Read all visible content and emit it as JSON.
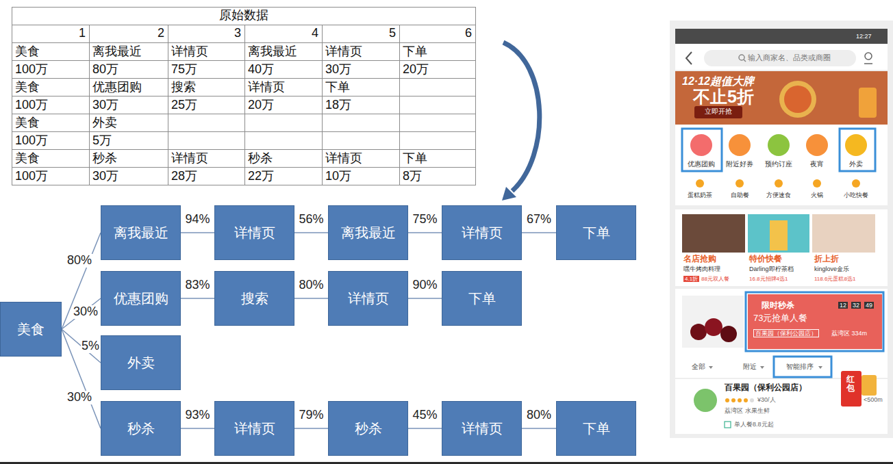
{
  "diagram": {
    "nodes": [
      {
        "text": [
          "美食"
        ]
      },
      {
        "text": [
          "离我最近"
        ]
      },
      {
        "text": [
          "详情页"
        ]
      },
      {
        "text": [
          "离我最近"
        ]
      },
      {
        "text": [
          "详情页"
        ]
      },
      {
        "text": [
          "下单"
        ]
      },
      {
        "text": [
          "优惠团购"
        ]
      },
      {
        "text": [
          "搜索"
        ]
      },
      {
        "text": [
          "详情页"
        ]
      },
      {
        "text": [
          "下单"
        ]
      },
      {
        "text": [
          "外卖"
        ]
      },
      {
        "text": [
          "秒杀"
        ]
      },
      {
        "text": [
          "详情页"
        ]
      },
      {
        "text": [
          "秒杀"
        ]
      },
      {
        "text": [
          "详情页"
        ]
      },
      {
        "text": [
          "下单"
        ]
      }
    ],
    "edges": [
      {
        "from": 0,
        "to": 1,
        "label": "80%",
        "arrow": "none"
      },
      {
        "from": 0,
        "to": 6,
        "label": "30%",
        "arrow": "none"
      },
      {
        "from": 0,
        "to": 10,
        "label": "5%",
        "arrow": "none"
      },
      {
        "from": 0,
        "to": 11,
        "label": "30%",
        "arrow": "none"
      },
      {
        "from": 1,
        "to": 2,
        "label": "94%",
        "arrow": "none"
      },
      {
        "from": 2,
        "to": 3,
        "label": "56%",
        "arrow": "none"
      },
      {
        "from": 3,
        "to": 4,
        "label": "75%",
        "arrow": "none"
      },
      {
        "from": 4,
        "to": 5,
        "label": "67%",
        "arrow": "none"
      },
      {
        "from": 6,
        "to": 7,
        "label": "83%",
        "arrow": "none"
      },
      {
        "from": 7,
        "to": 8,
        "label": "80%",
        "arrow": "none"
      },
      {
        "from": 8,
        "to": 9,
        "label": "90%",
        "arrow": "none"
      },
      {
        "from": 11,
        "to": 12,
        "label": "93%",
        "arrow": "none"
      },
      {
        "from": 12,
        "to": 13,
        "label": "79%",
        "arrow": "none"
      },
      {
        "from": 13,
        "to": 14,
        "label": "45%",
        "arrow": "none"
      },
      {
        "from": 14,
        "to": 15,
        "label": "80%",
        "arrow": "none"
      }
    ],
    "labels": [
      "原始数据",
      "1",
      "2",
      "3",
      "4",
      "5",
      "6",
      "美食",
      "离我最近",
      "详情页",
      "离我最近",
      "详情页",
      "下单",
      "100万",
      "80万",
      "75万",
      "40万",
      "30万",
      "20万",
      "美食",
      "优惠团购",
      "搜索",
      "详情页",
      "下单",
      "100万",
      "30万",
      "25万",
      "20万",
      "18万",
      "美食",
      "外卖",
      "100万",
      "5万",
      "美食",
      "秒杀",
      "详情页",
      "秒杀",
      "详情页",
      "下单",
      "100万",
      "30万",
      "28万",
      "22万",
      "10万",
      "8万",
      "12:27",
      "输入商家名、品类或商圈",
      "12·12超值大牌",
      "不止5折",
      "立即开抢",
      "优惠团购",
      "附近好券",
      "预约订座",
      "夜宵",
      "外卖",
      "蛋糕奶茶",
      "自助餐",
      "方便速食",
      "火锅",
      "小吃快餐",
      "名店抢购",
      "嘿牛烤肉料理",
      "4.1折",
      "88元双人餐",
      "特价快餐",
      "Darling即柠茶档",
      "16.8元招牌4选1",
      "折上折",
      "kinglove金乐",
      "118.6元蛋糕8选1",
      "限时秒杀",
      "12",
      "32",
      "49",
      "73元抢单人餐",
      "百果园（保利公园店）",
      "荔湾区 334m",
      "全部",
      "附近",
      "智能排序",
      "百果园（保利公园店）",
      "¥30/人",
      "荔湾区 水果生鲜",
      "<500m",
      "单人餐8.8元起",
      "红包"
    ]
  }
}
